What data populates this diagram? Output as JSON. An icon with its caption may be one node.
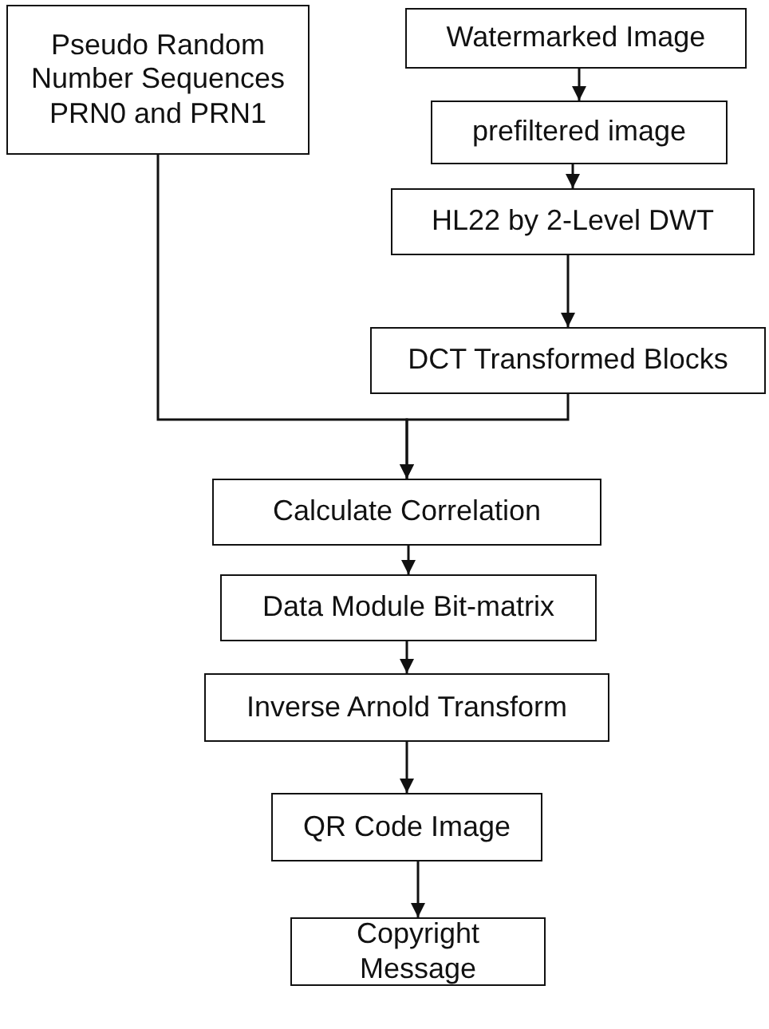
{
  "diagram": {
    "nodes": [
      {
        "text": [
          "Pseudo Random Number Sequences PRN0 and PRN1"
        ]
      },
      {
        "text": [
          "Watermarked Image"
        ]
      },
      {
        "text": [
          "prefiltered image"
        ]
      },
      {
        "text": [
          "HL22 by 2-Level  DWT"
        ]
      },
      {
        "text": [
          "DCT Transformed Blocks"
        ]
      },
      {
        "text": [
          "Calculate Correlation"
        ]
      },
      {
        "text": [
          "Data Module Bit-matrix"
        ]
      },
      {
        "text": [
          "Inverse Arnold Transform"
        ]
      },
      {
        "text": [
          "QR Code Image"
        ]
      },
      {
        "text": [
          "Copyright Message"
        ]
      }
    ],
    "edges": [
      {
        "from": 1,
        "to": 2,
        "arrow": "to"
      },
      {
        "from": 2,
        "to": 3,
        "arrow": "to"
      },
      {
        "from": 3,
        "to": 4,
        "arrow": "to"
      },
      {
        "from": 0,
        "to": 5,
        "arrow": "to"
      },
      {
        "from": 4,
        "to": 5,
        "arrow": "to"
      },
      {
        "from": 5,
        "to": 6,
        "arrow": "to"
      },
      {
        "from": 6,
        "to": 7,
        "arrow": "to"
      },
      {
        "from": 7,
        "to": 8,
        "arrow": "to"
      },
      {
        "from": 8,
        "to": 9,
        "arrow": "to"
      }
    ]
  }
}
